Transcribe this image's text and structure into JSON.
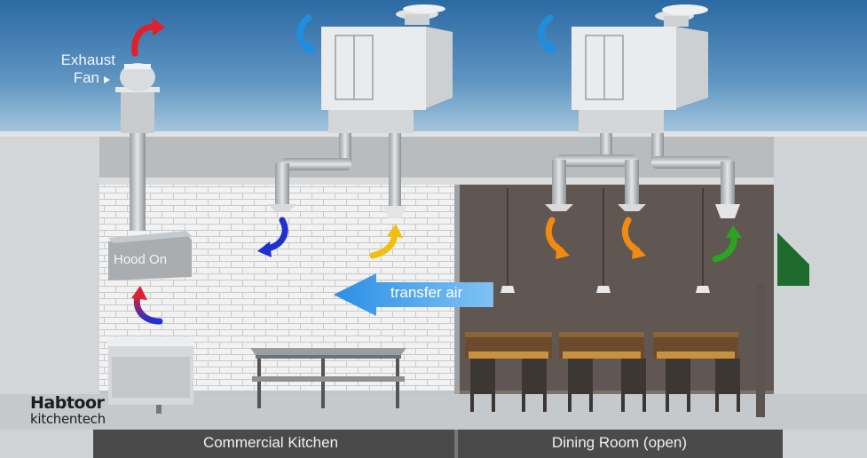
{
  "labels": {
    "exhaust_fan_line1": "Exhaust",
    "exhaust_fan_line2": "Fan",
    "hood": "Hood On",
    "transfer_air": "transfer air",
    "kitchen": "Commercial Kitchen",
    "dining": "Dining Room (open)"
  },
  "brand": {
    "line1": "Habtoor",
    "line2": "kitchentech"
  },
  "colors": {
    "sky_top": "#2f6fa8",
    "sky_bottom": "#9fc3dc",
    "exhaust_arrow": "#e0202a",
    "supply_arrow": "#1e8fe0",
    "kitchen_return_arrow": "#1f2fd0",
    "kitchen_supply_arrow": "#f0c010",
    "dining_supply_arrow": "#f08a10",
    "dining_return_arrow": "#2aa520",
    "transfer_arrow": "#2f9be8",
    "label_bar": "#4a4a4a"
  },
  "icons": [
    "exhaust-fan-icon",
    "rooftop-unit-icon",
    "hood-icon",
    "pendant-lamp-icon",
    "table-icon",
    "chair-icon"
  ]
}
